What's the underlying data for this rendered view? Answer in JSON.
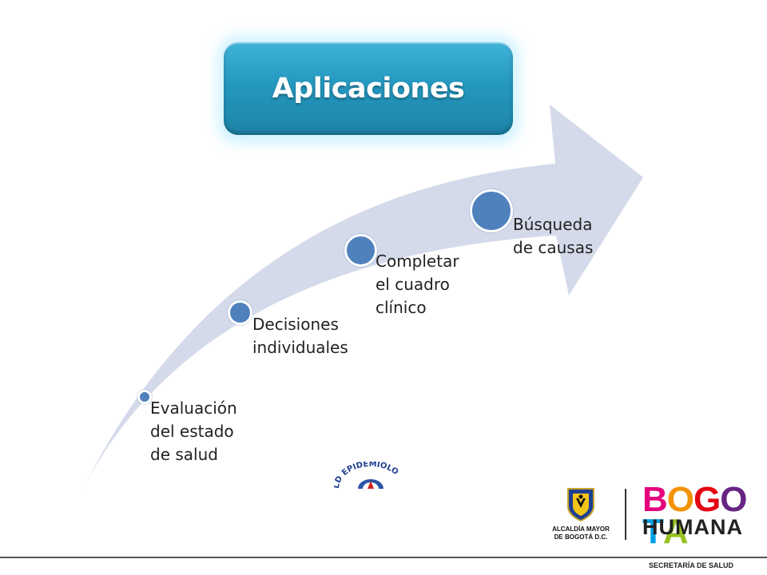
{
  "title": "Aplicaciones",
  "steps": [
    {
      "label_lines": [
        "Evaluación",
        "del estado",
        "de salud"
      ]
    },
    {
      "label_lines": [
        "Decisiones",
        "individuales"
      ]
    },
    {
      "label_lines": [
        "Completar",
        "el cuadro",
        "clínico"
      ]
    },
    {
      "label_lines": [
        "Búsqueda",
        "de causas"
      ]
    }
  ],
  "epidemiology_logo": {
    "text": "LD EPIDEMIOLO"
  },
  "footer": {
    "alcaldia_line1": "ALCALDÍA MAYOR",
    "alcaldia_line2": "DE BOGOTÁ D.C.",
    "bogota_letters": [
      "B",
      "O",
      "G",
      "O",
      "T",
      "A"
    ],
    "bogota_colors": [
      "#e5007e",
      "#f39200",
      "#e30613",
      "#662483",
      "#009fe3",
      "#95c11f"
    ],
    "humana": "HUMANA",
    "secretaria": "SECRETARÍA DE SALUD"
  },
  "colors": {
    "arrow": "#d4daea",
    "dot": "#4f81bd",
    "title_box": "#2598bf"
  }
}
